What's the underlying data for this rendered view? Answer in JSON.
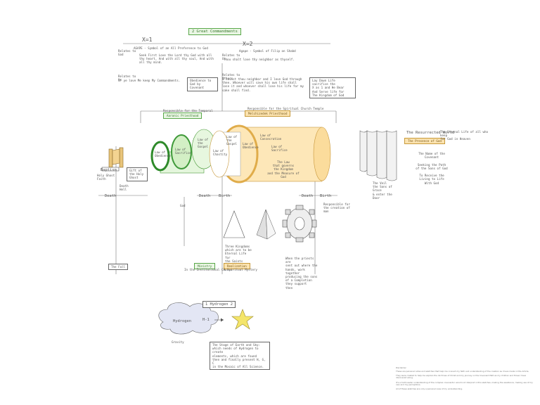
{
  "title": "2 Great Commandments",
  "x1": {
    "heading": "X=1",
    "subheading": "AGAPE - Symbol of an All Preference to God",
    "side_label": "Relates to God",
    "text1": "Seek First Love the Lord thy God with all thy heart, And with all thy soul, And with all thy mind.",
    "text2_label": "Relates to Us",
    "text2": "If ye love Me keep My Commandments.",
    "text2_box": "Obedience to God by Covenant"
  },
  "x2": {
    "heading": "X=2",
    "subheading": "Agape - Symbol of Filip on Shabd",
    "side_label": "Relates to Us",
    "text1": "Thou shalt love thy neighbor as thyself.",
    "text2_label": "Relates to Others",
    "text2": "I lovest thou neighbor and I love God through thee. Whoever will save his own life shall lose it and whoever shall lose his life for my sake shall find.",
    "text2_box": "Lay Down Life\nsacrifice the\nX as 1 and He Bear\nAnd Serve life for\nThe Kingdom of God"
  },
  "priesthoods": {
    "aaronic_caption": "Responsible for the Temporal",
    "aaronic_label": "Aaronic Priesthood",
    "melchizedek_caption": "Responsible for the Spiritual Church Temple",
    "melchizedek_label": "Melchizedek Priesthood"
  },
  "gate": {
    "baptism": "Baptism",
    "holy_ghost": "Holy Ghost\nFaith",
    "gift_note": "Gift of the Holy Ghost",
    "death_hell": "Death\nHell"
  },
  "rings": {
    "obedience": "Law of\nObedience",
    "sacrifice": "Law of\nSacrifice",
    "gospel": "Law of\nthe Gospel",
    "chastity": "Law of\nChastity",
    "consecration": "Law of\nConsecration",
    "inner_obedience": "Law of\nObedience",
    "inner_gospel": "Law of\nthe Gospel",
    "inner_sacrifice": "Law of\nSacrifice",
    "law_note": "The Law\nthat governs\nthe Kingdom\nand the Measure of God"
  },
  "labels": {
    "death1": "Death",
    "death2": "Death",
    "death3": "Death",
    "birth2": "Birth",
    "birth3": "Birth",
    "god_left": "God",
    "fall": "The Fall",
    "ministry": "Ministry",
    "ministry_note": "In the Institutional Church",
    "realization": "Realization",
    "realization_note": "A Spiritual Mystery",
    "triangle_note": "Three Kingdoms\nwhich are to be\nEternal Life for\nthe Saints",
    "gears_note": "When the priests are\nsent out where the\nhands, work together\nproducing the sons\nof a Completion\nthey support\nthen",
    "gear_right": "Responsible for\nthe creation of man"
  },
  "veil": {
    "title": "The Resurrected World",
    "presence": "The Presence of God",
    "presence_note": "The Eternal Life of all who keep\nfor God in Heaven",
    "note": "The Name of the\nCovenant\n\nSeeking the Path\nof the Sons of God\n\nTo Receive the\nLiving to Life\nWith God",
    "left_note": "The Veil\nthe Sons of Grace\n& enter the Door"
  },
  "bottom": {
    "box": "1 Hydrogen 2",
    "cloud": "Hydrogen",
    "cloud_sub": "H-1",
    "gravity": "Gravity",
    "note": "The Stage of Earth and Sky:\nwhich needs of Hydrogen to create\nelements, which are found\nthen and finally present H, G, C\nin the Mosaic of All Science."
  },
  "disclaimer": {
    "title": "Disclaimer",
    "lines": [
      "These are personal notes and sketches that help me connect my faith and understanding of the creation as I have made in this Article.",
      "They were created to help me explore the doctrines of Christ and my journey on the Covenant Path as my children and those I have discovered along.",
      "It's a truth leader understanding of the complex covenants I would not interpret in this sketches, making the assistance, making use of my own and my perceptions.",
      "All of these sketches are only a personal view of my understanding."
    ]
  },
  "colors": {
    "green": "#3f9a3a",
    "green_light": "#cfeec2",
    "orange": "#f3c777",
    "orange_light": "#fde7b8",
    "ink": "#555555"
  }
}
